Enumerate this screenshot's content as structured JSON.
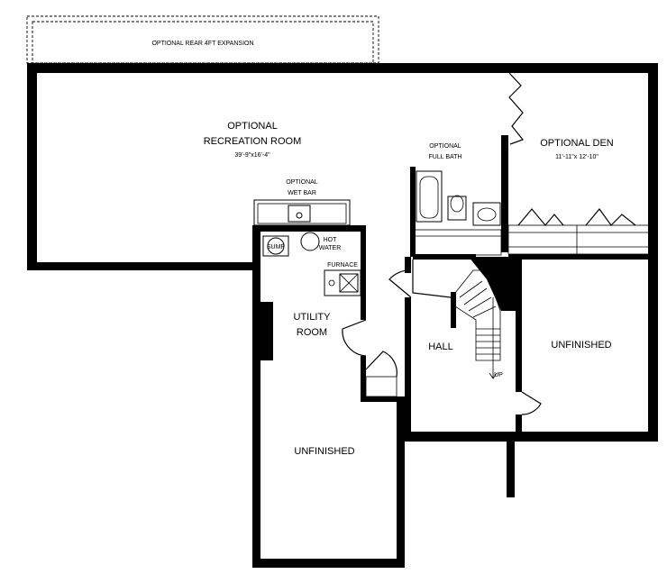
{
  "rooms": {
    "rear_expansion": "OPTIONAL REAR 4FT EXPANSION",
    "recreation_line1": "OPTIONAL",
    "recreation_line2": "RECREATION ROOM",
    "recreation_dims": "39'-9\"x16'-4\"",
    "wet_bar_line1": "OPTIONAL",
    "wet_bar_line2": "WET BAR",
    "full_bath_line1": "OPTIONAL",
    "full_bath_line2": "FULL BATH",
    "den_line1": "OPTIONAL DEN",
    "den_dims": "11'-11\"x 12'-10\"",
    "sump": "SUMP",
    "hot_water_line1": "HOT",
    "hot_water_line2": "WATER",
    "furnace": "FURNACE",
    "utility_line1": "UTILITY",
    "utility_line2": "ROOM",
    "hall": "HALL",
    "unfinished_right": "UNFINISHED",
    "unfinished_left": "UNFINISHED",
    "stairs_up": "UP"
  }
}
